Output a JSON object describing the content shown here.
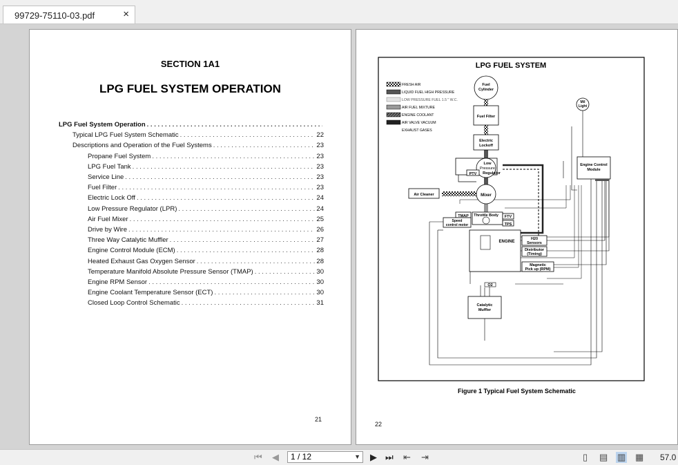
{
  "tab": {
    "title": "99729-75110-03.pdf",
    "close_icon": "×"
  },
  "left_page": {
    "section": "SECTION 1A1",
    "title": "LPG FUEL SYSTEM OPERATION",
    "toc": [
      {
        "label": "LPG Fuel System Operation",
        "page": "",
        "indent": 0,
        "bold": true
      },
      {
        "label": "Typical LPG Fuel System Schematic",
        "page": "22",
        "indent": 1,
        "bold": false
      },
      {
        "label": "Descriptions and Operation of the Fuel Systems",
        "page": "23",
        "indent": 1,
        "bold": false
      },
      {
        "label": "Propane Fuel System",
        "page": "23",
        "indent": 2,
        "bold": false
      },
      {
        "label": "LPG Fuel Tank",
        "page": "23",
        "indent": 2,
        "bold": false
      },
      {
        "label": "Service Line",
        "page": "23",
        "indent": 2,
        "bold": false
      },
      {
        "label": "Fuel Filter",
        "page": "23",
        "indent": 2,
        "bold": false
      },
      {
        "label": "Electric Lock Off",
        "page": "24",
        "indent": 2,
        "bold": false
      },
      {
        "label": "Low Pressure Regulator (LPR)",
        "page": "24",
        "indent": 2,
        "bold": false
      },
      {
        "label": "Air Fuel Mixer",
        "page": "25",
        "indent": 2,
        "bold": false
      },
      {
        "label": "Drive by Wire",
        "page": "26",
        "indent": 2,
        "bold": false
      },
      {
        "label": "Three Way Catalytic Muffler",
        "page": "27",
        "indent": 2,
        "bold": false
      },
      {
        "label": "Engine Control Module (ECM)",
        "page": "28",
        "indent": 2,
        "bold": false
      },
      {
        "label": "Heated Exhaust Gas Oxygen Sensor",
        "page": "28",
        "indent": 2,
        "bold": false
      },
      {
        "label": "Temperature Manifold Absolute Pressure Sensor (TMAP)",
        "page": "30",
        "indent": 2,
        "bold": false
      },
      {
        "label": "Engine RPM Sensor",
        "page": "30",
        "indent": 2,
        "bold": false
      },
      {
        "label": "Engine Coolant Temperature Sensor (ECT)",
        "page": "30",
        "indent": 2,
        "bold": false
      },
      {
        "label": "Closed Loop Control Schematic",
        "page": "31",
        "indent": 2,
        "bold": false
      }
    ],
    "page_number": "21"
  },
  "right_page": {
    "diagram_title": "LPG FUEL SYSTEM",
    "legend": [
      "FRESH AIR",
      "LIQUID FUEL HIGH PRESSURE",
      "LOW PRESSURE FUEL 1.5 \" W.C.",
      "AIR FUEL MIXTURE",
      "ENGINE COOLANT",
      "AIR VALVE VACUUM",
      "EXHAUST GASES"
    ],
    "components": {
      "fuel_cylinder": [
        "Fuel",
        "Cylinder"
      ],
      "fuel_filter": "Fuel Filter",
      "electric_lockoff": [
        "Electric",
        "Lockoff"
      ],
      "low_pressure_regulator": [
        "Low",
        "Pressure",
        "Regulator"
      ],
      "ptv_regulator": "PTV",
      "mixer": "Mixer",
      "air_cleaner": "Air Cleaner",
      "tmap": "TMAP",
      "throttle_body": "Throttle Body",
      "ftv": "FTV",
      "tps": "TPS",
      "speed_control": [
        "Speed",
        "control motor"
      ],
      "engine": "ENGINE",
      "h2o_sensors": [
        "H20",
        "Sensors"
      ],
      "distributor": [
        "Distributor",
        "(Timing)"
      ],
      "magnetic_pickup": [
        "Magnetic",
        "Pick up (RPM)"
      ],
      "o2": "O2",
      "catalytic_muffler": [
        "Catalytic",
        "Muffler"
      ],
      "engine_control_module": [
        "Engine Control",
        "Module"
      ],
      "mil_light": [
        "Mil",
        "Light"
      ]
    },
    "caption": "Figure 1 Typical Fuel System Schematic",
    "page_number": "22"
  },
  "toolbar": {
    "page_field": "1 / 12",
    "zoom": "57.0"
  }
}
